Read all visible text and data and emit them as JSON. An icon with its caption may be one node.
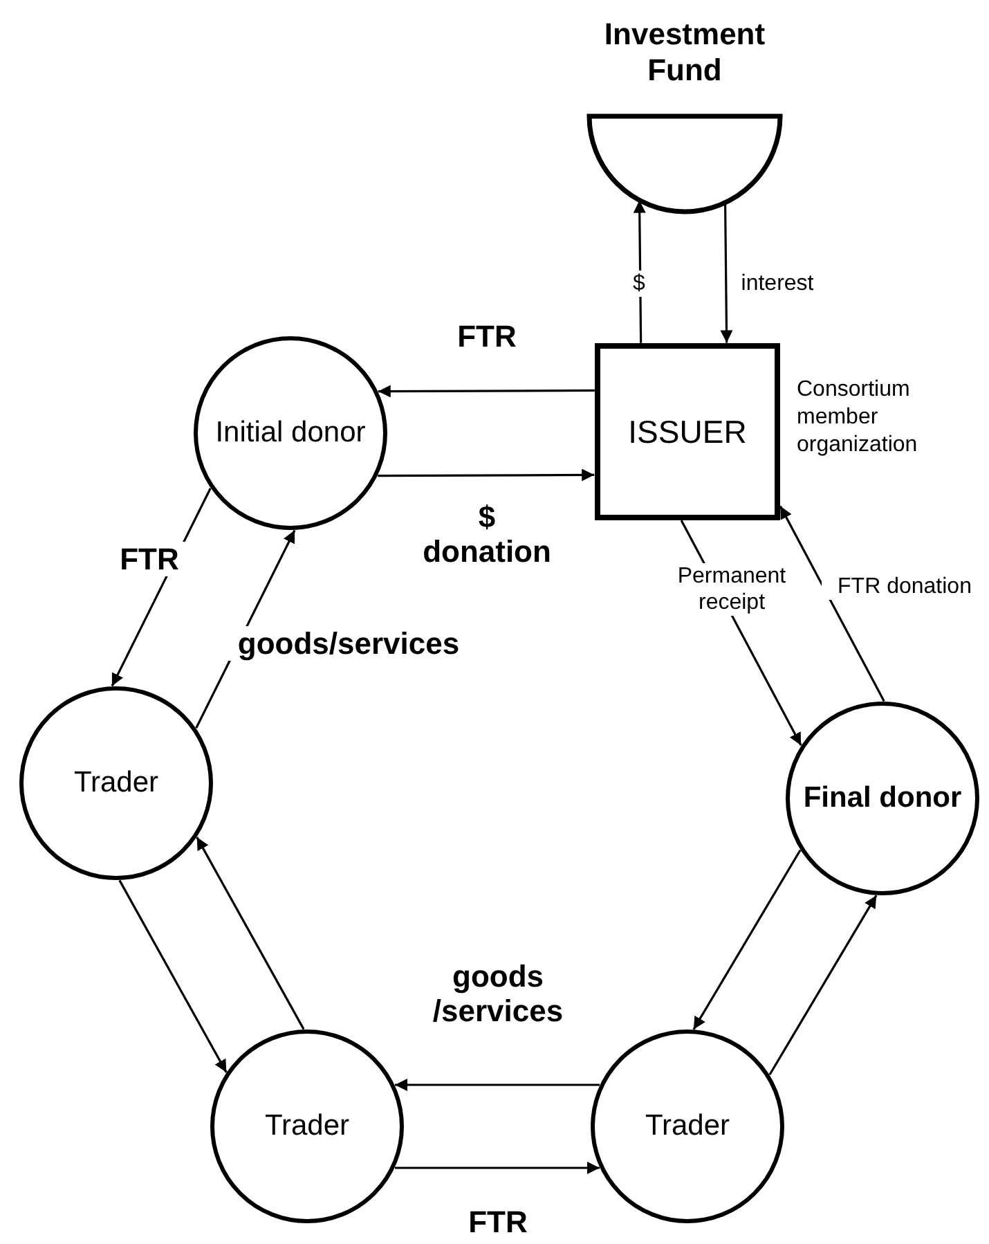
{
  "diagram": {
    "nodes": [
      {
        "text": [
          "Investment Fund"
        ]
      },
      {
        "text": [
          "ISSUER"
        ],
        "beside": [
          "Consortium member organization"
        ]
      },
      {
        "text": [
          "Initial donor"
        ]
      },
      {
        "text": [
          "Trader"
        ]
      },
      {
        "text": [
          "Trader"
        ]
      },
      {
        "text": [
          "Trader"
        ]
      },
      {
        "text": [
          "Final donor"
        ]
      }
    ],
    "edges": [
      {
        "from": 1,
        "to": 0,
        "arrow": "to",
        "label": "$"
      },
      {
        "from": 0,
        "to": 1,
        "arrow": "to",
        "label": "interest"
      },
      {
        "from": 1,
        "to": 2,
        "arrow": "to",
        "label": "FTR"
      },
      {
        "from": 2,
        "to": 1,
        "arrow": "to",
        "label": "$ donation"
      },
      {
        "from": 2,
        "to": 3,
        "arrow": "to",
        "label": "FTR"
      },
      {
        "from": 3,
        "to": 2,
        "arrow": "to",
        "label": "goods/services"
      },
      {
        "from": 3,
        "to": 4,
        "arrow": "to"
      },
      {
        "from": 4,
        "to": 3,
        "arrow": "to"
      },
      {
        "from": 5,
        "to": 4,
        "arrow": "to",
        "label": "goods /services"
      },
      {
        "from": 4,
        "to": 5,
        "arrow": "to",
        "label": "FTR"
      },
      {
        "from": 6,
        "to": 5,
        "arrow": "to"
      },
      {
        "from": 5,
        "to": 6,
        "arrow": "to"
      },
      {
        "from": 1,
        "to": 6,
        "arrow": "to",
        "label": "Permanent receipt"
      },
      {
        "from": 6,
        "to": 1,
        "arrow": "to",
        "label": "FTR donation"
      }
    ]
  }
}
